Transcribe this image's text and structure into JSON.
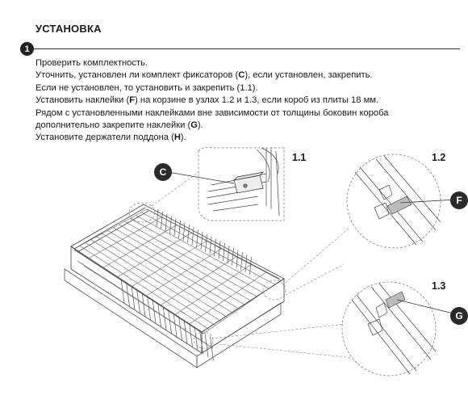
{
  "heading": "УСТАНОВКА",
  "step": {
    "number": "1"
  },
  "instructions": [
    {
      "parts": [
        {
          "t": "Проверить комплектность."
        }
      ]
    },
    {
      "parts": [
        {
          "t": "Уточнить, установлен ли комплект фиксаторов ("
        },
        {
          "t": "C",
          "b": true
        },
        {
          "t": "), если установлен, закрепить."
        }
      ]
    },
    {
      "parts": [
        {
          "t": "Если не установлен, то установить и закрепить (1.1)."
        }
      ]
    },
    {
      "parts": [
        {
          "t": "Установить наклейки ("
        },
        {
          "t": "F",
          "b": true
        },
        {
          "t": ") на корзине в узлах 1.2 и 1.3, если короб из плиты 18 мм."
        }
      ]
    },
    {
      "parts": [
        {
          "t": "Рядом с установленными наклейками вне зависимости от толщины боковин короба"
        }
      ]
    },
    {
      "parts": [
        {
          "t": "дополнительно закрепите наклейки ("
        },
        {
          "t": "G",
          "b": true
        },
        {
          "t": ")."
        }
      ]
    },
    {
      "parts": [
        {
          "t": "Установите держатели поддона ("
        },
        {
          "t": "H",
          "b": true
        },
        {
          "t": ")."
        }
      ]
    }
  ],
  "figure": {
    "detail_labels": {
      "d11": "1.1",
      "d12": "1.2",
      "d13": "1.3"
    },
    "callouts": {
      "c": "C",
      "f": "F",
      "g": "G"
    }
  }
}
